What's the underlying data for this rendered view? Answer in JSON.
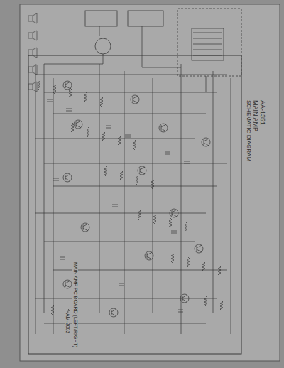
{
  "diagram": {
    "labels": [
      "AA-1351",
      "MAIN AMP",
      "SCHEMATIC DIAGRAM",
      "MAIN AMP PC BOARD (LEFT/RIGHT)",
      "AM-2002"
    ]
  }
}
